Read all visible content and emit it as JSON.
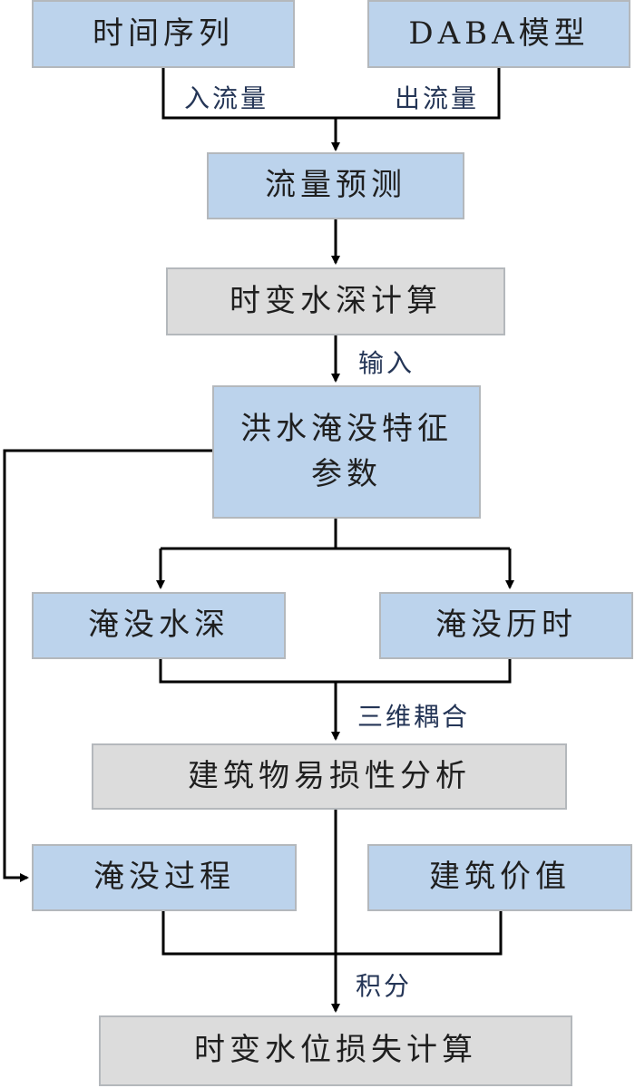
{
  "nodes": {
    "time_series": "时间序列",
    "daba_model": "DABA模型",
    "flow_forecast": "流量预测",
    "depth_calc": "时变水深计算",
    "flood_params": [
      "洪水淹没特征",
      "参数"
    ],
    "inundation_depth": "淹没水深",
    "inundation_duration": "淹没历时",
    "vulnerability": "建筑物易损性分析",
    "inundation_process": "淹没过程",
    "building_value": "建筑价值",
    "loss_calc": "时变水位损失计算"
  },
  "edge_labels": {
    "inflow": "入流量",
    "outflow": "出流量",
    "input": "输入",
    "coupling": "三维耦合",
    "integral": "积分"
  },
  "colors": {
    "blue_box": "#bcd3ec",
    "gray_box": "#dcdcdc",
    "line": "#000000",
    "label_text": "#243556"
  }
}
